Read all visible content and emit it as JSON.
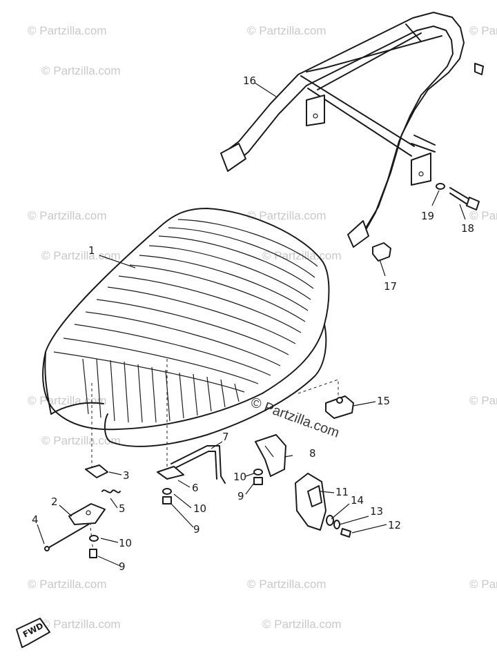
{
  "watermark": {
    "text": "© Partzilla.com",
    "center_text": "© Partzilla.com"
  },
  "fwd_label": "FWD",
  "callouts": [
    {
      "id": "1",
      "label": "1"
    },
    {
      "id": "2",
      "label": "2"
    },
    {
      "id": "3",
      "label": "3"
    },
    {
      "id": "4",
      "label": "4"
    },
    {
      "id": "5",
      "label": "5"
    },
    {
      "id": "6",
      "label": "6"
    },
    {
      "id": "7",
      "label": "7"
    },
    {
      "id": "8",
      "label": "8"
    },
    {
      "id": "9a",
      "label": "9"
    },
    {
      "id": "9b",
      "label": "9"
    },
    {
      "id": "9c",
      "label": "9"
    },
    {
      "id": "10a",
      "label": "10"
    },
    {
      "id": "10b",
      "label": "10"
    },
    {
      "id": "10c",
      "label": "10"
    },
    {
      "id": "11",
      "label": "11"
    },
    {
      "id": "12",
      "label": "12"
    },
    {
      "id": "13",
      "label": "13"
    },
    {
      "id": "14",
      "label": "14"
    },
    {
      "id": "15",
      "label": "15"
    },
    {
      "id": "16",
      "label": "16"
    },
    {
      "id": "17",
      "label": "17"
    },
    {
      "id": "18",
      "label": "18"
    },
    {
      "id": "19",
      "label": "19"
    }
  ]
}
